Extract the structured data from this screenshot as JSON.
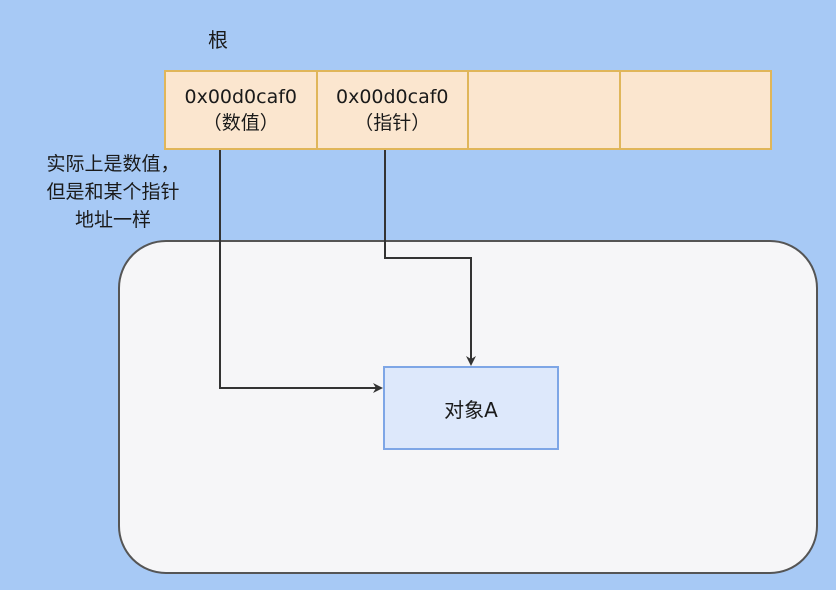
{
  "root": {
    "label": "根",
    "cells": [
      {
        "line1": "0x00d0caf0",
        "line2": "（数值）"
      },
      {
        "line1": "0x00d0caf0",
        "line2": "（指针）"
      },
      {
        "line1": "",
        "line2": ""
      },
      {
        "line1": "",
        "line2": ""
      }
    ]
  },
  "note": {
    "lines": [
      "实际上是数值，",
      "但是和某个指针",
      "地址一样"
    ]
  },
  "object": {
    "label": "对象A"
  },
  "colors": {
    "background": "#a7c9f5",
    "cell_fill": "#fbe6cf",
    "cell_border": "#e0b65a",
    "heap_fill": "#f6f6f8",
    "object_fill": "#dde8fb",
    "object_border": "#7ea6e6",
    "arrow": "#333333"
  }
}
